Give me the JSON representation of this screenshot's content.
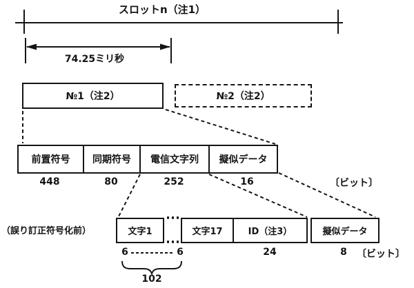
{
  "diagram": {
    "top": {
      "slot_label": "スロットn（注1）",
      "duration_label": "74.25ミリ秒"
    },
    "level1": {
      "no1_label": "№1（注2）",
      "no2_label": "№2（注2）"
    },
    "level2": {
      "fields": [
        {
          "label": "前置符号",
          "bits": "448"
        },
        {
          "label": "同期符号",
          "bits": "80"
        },
        {
          "label": "電信文字列",
          "bits": "252"
        },
        {
          "label": "擬似データ",
          "bits": "16"
        }
      ],
      "unit_label": "〔ビット〕"
    },
    "level3": {
      "prefix_label": "（誤り訂正符号化前）",
      "char1_label": "文字1",
      "char17_label": "文字17",
      "id_label": "ID（注3）",
      "pseudo_label": "擬似データ",
      "char1_bits": "6",
      "char17_bits": "6",
      "id_bits": "24",
      "pseudo_bits": "8",
      "unit_label": "〔ビット〕",
      "brace_total": "102"
    },
    "colors": {
      "ink": "#141414",
      "paper": "#ffffff"
    }
  }
}
